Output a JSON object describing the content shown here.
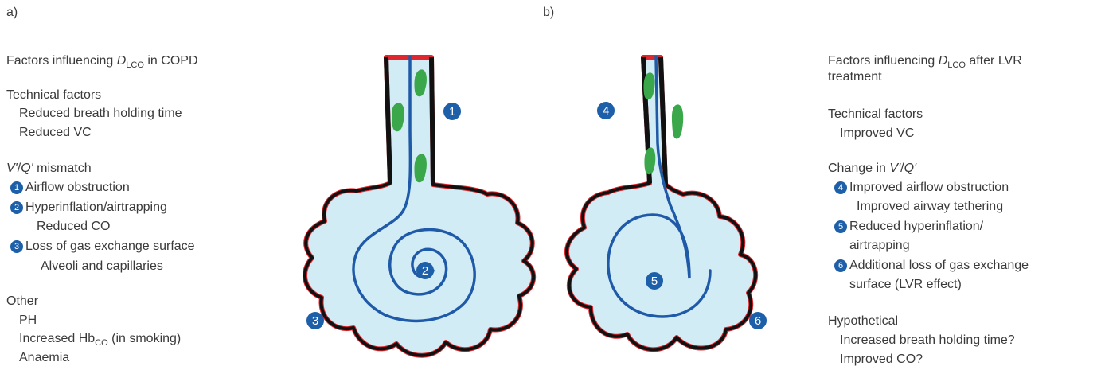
{
  "panels": {
    "a_label": "a)",
    "b_label": "b)"
  },
  "left": {
    "title_pre": "Factors influencing ",
    "title_D": "D",
    "title_sub": "LCO",
    "title_post": " in COPD",
    "technical_heading": "Technical factors",
    "technical_1": "Reduced breath holding time",
    "technical_2": "Reduced VC",
    "vq_v": "V'",
    "vq_slash": "/",
    "vq_q": "Q'",
    "vq_rest": " mismatch",
    "item1_num": "1",
    "item1": "Airflow obstruction",
    "item2_num": "2",
    "item2": "Hyperinflation/airtrapping",
    "item2_sub": "Reduced CO",
    "item3_num": "3",
    "item3": "Loss of gas exchange surface",
    "item3_sub": "Alveoli and capillaries",
    "other_heading": "Other",
    "other_1": "PH",
    "other_2_pre": "Increased Hb",
    "other_2_sub": "CO",
    "other_2_post": " (in smoking)",
    "other_3": "Anaemia"
  },
  "right": {
    "title_pre": "Factors influencing ",
    "title_D": "D",
    "title_sub": "LCO",
    "title_post": " after LVR",
    "title_line2": "treatment",
    "technical_heading": "Technical factors",
    "technical_1": "Improved VC",
    "vq_pre": "Change in ",
    "vq_v": "V'",
    "vq_slash": "/",
    "vq_q": "Q'",
    "item4_num": "4",
    "item4": "Improved airflow obstruction",
    "item4_sub": "Improved airway tethering",
    "item5_num": "5",
    "item5_l1": "Reduced hyperinflation/",
    "item5_l2": "airtrapping",
    "item6_num": "6",
    "item6_l1": "Additional loss of gas exchange",
    "item6_l2": "surface (LVR effect)",
    "hyp_heading": "Hypothetical",
    "hyp_1": "Increased breath holding time?",
    "hyp_2": "Improved CO?"
  },
  "diagram_badges": [
    "1",
    "2",
    "3",
    "4",
    "5",
    "6"
  ],
  "colors": {
    "badge": "#1d5fa8",
    "airway_fill": "#d2ecf6",
    "outline": "#111111",
    "damaged_outline": "#e0262e",
    "spiral": "#1f5aa8",
    "mucus": "#3aa84a",
    "text": "#3a3a3a"
  }
}
